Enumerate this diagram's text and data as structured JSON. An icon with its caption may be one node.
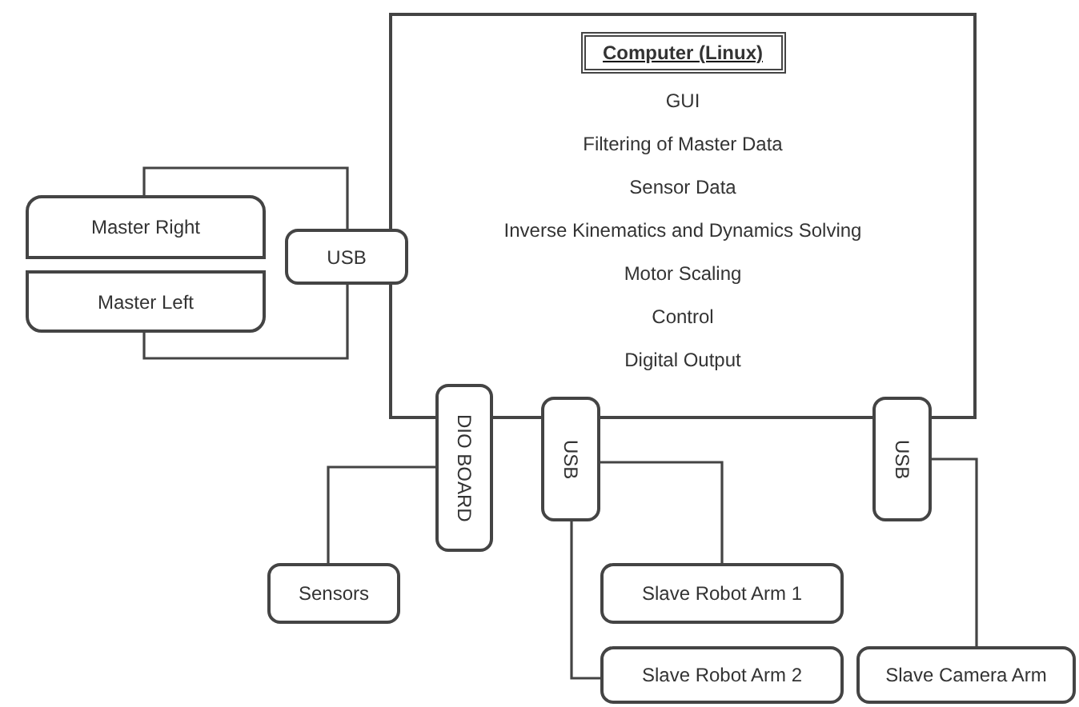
{
  "diagram": {
    "nodes": [
      {
        "text": [
          "GUI",
          "Filtering of Master Data",
          "Sensor Data",
          "Inverse Kinematics and Dynamics Solving",
          "Motor Scaling",
          "Control",
          "Digital Output"
        ]
      },
      {
        "text": [
          "Computer (Linux)"
        ],
        "in": 0
      },
      {
        "text": [
          "Master Right"
        ]
      },
      {
        "text": [
          "Master Left"
        ]
      },
      {
        "text": [
          "USB"
        ]
      },
      {
        "text": [
          "DIO BOARD"
        ]
      },
      {
        "text": [
          "USB"
        ]
      },
      {
        "text": [
          "USB"
        ]
      },
      {
        "text": [
          "Sensors"
        ]
      },
      {
        "text": [
          "Slave Robot Arm 1"
        ]
      },
      {
        "text": [
          "Slave Robot Arm 2"
        ]
      },
      {
        "text": [
          "Slave Camera Arm"
        ]
      }
    ],
    "edges": [
      {
        "from": 4,
        "to": 2,
        "arrow": "none"
      },
      {
        "from": 4,
        "to": 3,
        "arrow": "none"
      },
      {
        "from": 5,
        "to": 8,
        "arrow": "none"
      },
      {
        "from": 6,
        "to": 9,
        "arrow": "none"
      },
      {
        "from": 6,
        "to": 10,
        "arrow": "none"
      },
      {
        "from": 7,
        "to": 11,
        "arrow": "none"
      }
    ]
  }
}
